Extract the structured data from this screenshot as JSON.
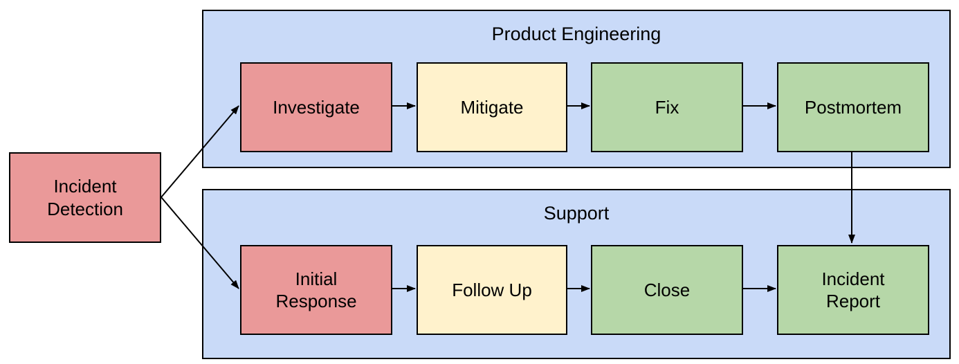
{
  "diagram": {
    "type": "flowchart",
    "background": "#ffffff",
    "stroke_color": "#000000",
    "colors": {
      "node_red": "#ea9999",
      "node_yellow": "#fff2cc",
      "node_green": "#b6d7a8",
      "lane_blue": "#c9daf8"
    },
    "start_node": {
      "id": "incident-detection",
      "label": "Incident\nDetection",
      "fill": "#ea9999"
    },
    "lanes": [
      {
        "id": "product-engineering",
        "label": "Product Engineering",
        "fill": "#c9daf8",
        "nodes": [
          {
            "id": "investigate",
            "label": "Investigate",
            "fill": "#ea9999"
          },
          {
            "id": "mitigate",
            "label": "Mitigate",
            "fill": "#fff2cc"
          },
          {
            "id": "fix",
            "label": "Fix",
            "fill": "#b6d7a8"
          },
          {
            "id": "postmortem",
            "label": "Postmortem",
            "fill": "#b6d7a8"
          }
        ]
      },
      {
        "id": "support",
        "label": "Support",
        "fill": "#c9daf8",
        "nodes": [
          {
            "id": "initial-response",
            "label": "Initial\nResponse",
            "fill": "#ea9999"
          },
          {
            "id": "follow-up",
            "label": "Follow Up",
            "fill": "#fff2cc"
          },
          {
            "id": "close",
            "label": "Close",
            "fill": "#b6d7a8"
          },
          {
            "id": "incident-report",
            "label": "Incident\nReport",
            "fill": "#b6d7a8"
          }
        ]
      }
    ],
    "edges": [
      {
        "from": "incident-detection",
        "to": "investigate"
      },
      {
        "from": "incident-detection",
        "to": "initial-response"
      },
      {
        "from": "investigate",
        "to": "mitigate"
      },
      {
        "from": "mitigate",
        "to": "fix"
      },
      {
        "from": "fix",
        "to": "postmortem"
      },
      {
        "from": "postmortem",
        "to": "incident-report"
      },
      {
        "from": "initial-response",
        "to": "follow-up"
      },
      {
        "from": "follow-up",
        "to": "close"
      },
      {
        "from": "close",
        "to": "incident-report"
      }
    ]
  }
}
